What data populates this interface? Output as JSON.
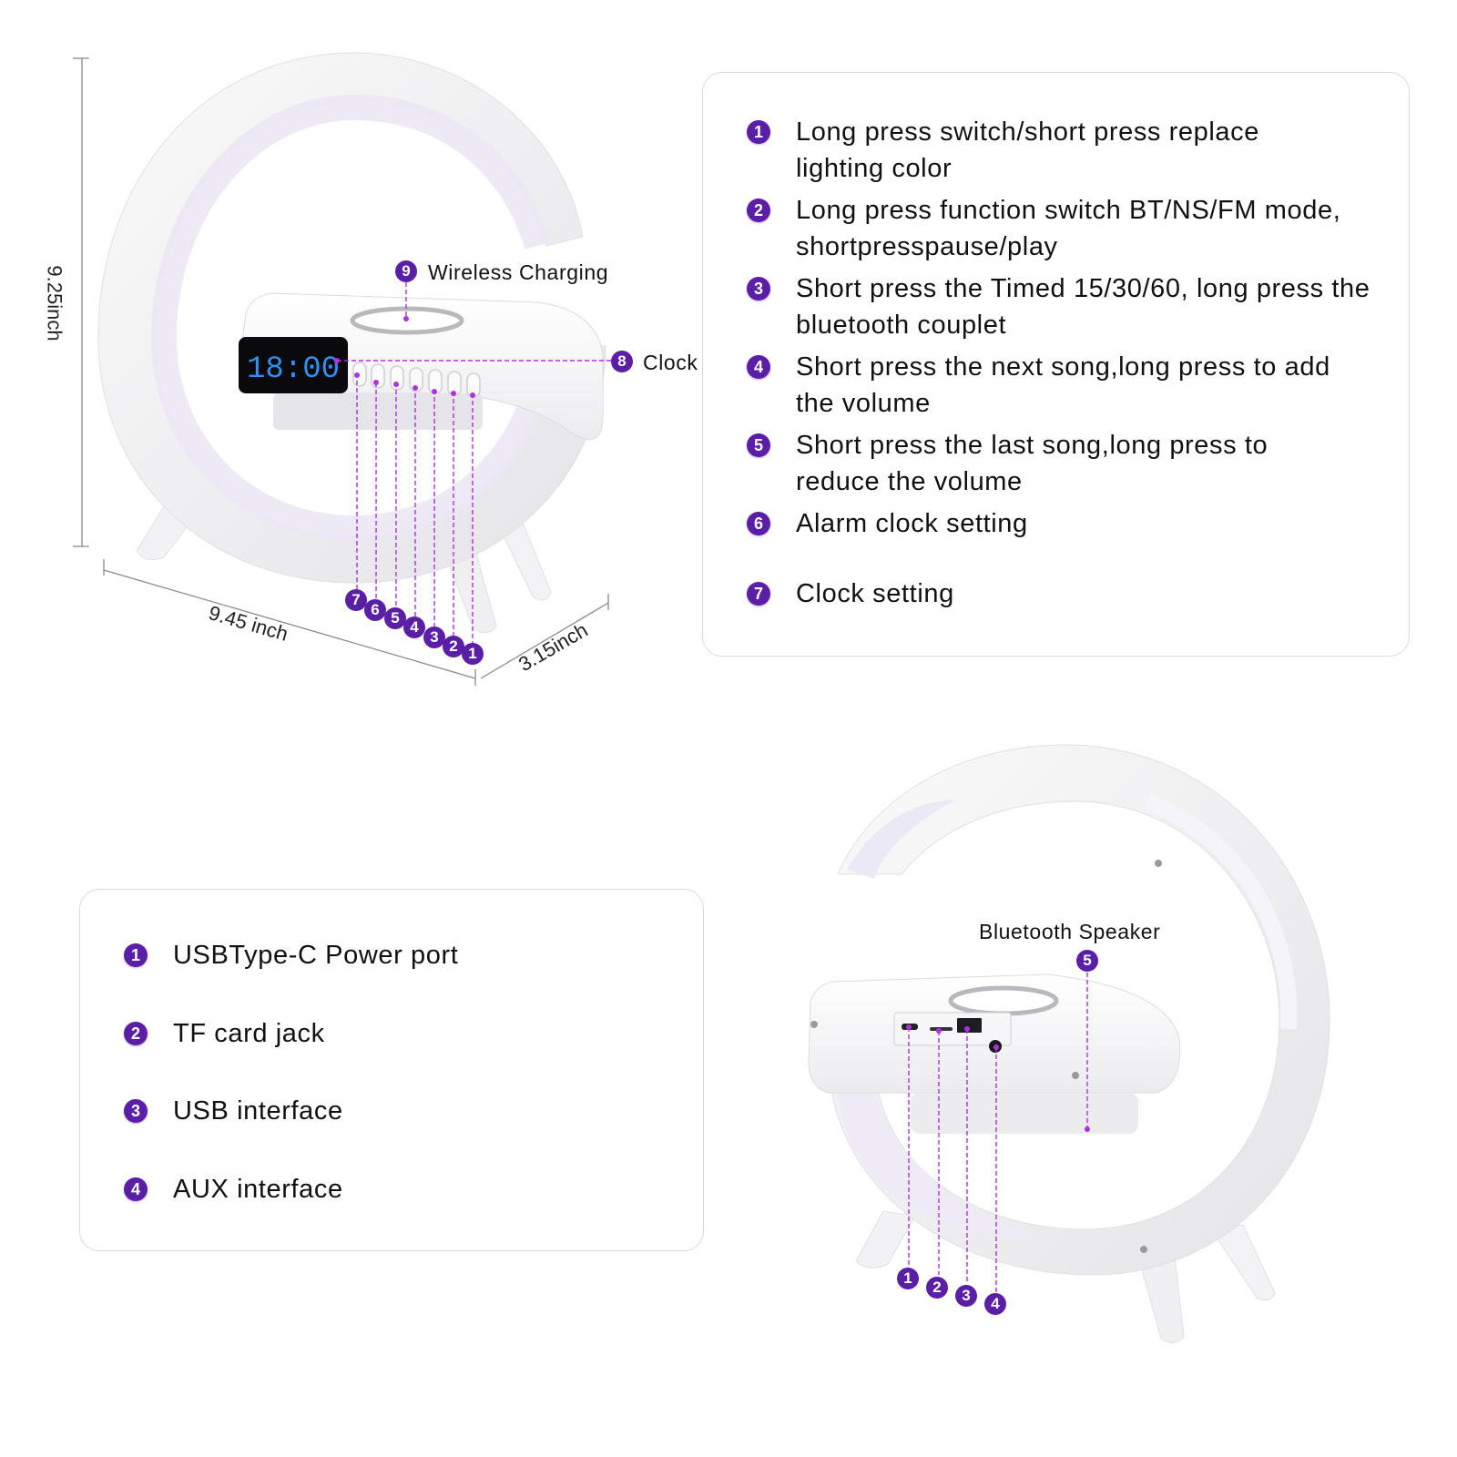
{
  "colors": {
    "badge": "#5a1fa6",
    "callout_line": "#b030e0",
    "lcd_digits": "#2f8ff5",
    "lcd_background": "#0a0a0c",
    "panel_border": "#dadada"
  },
  "top_figure": {
    "dimensions": {
      "height": "9.25inch",
      "width": "9.45 inch",
      "depth": "3.15inch"
    },
    "clock_display": "18:00",
    "callouts": [
      {
        "num": "9",
        "label": "Wireless Charging"
      },
      {
        "num": "8",
        "label": "Clock"
      }
    ],
    "button_badges": [
      "7",
      "6",
      "5",
      "4",
      "3",
      "2",
      "1"
    ]
  },
  "button_functions_panel": {
    "items": [
      {
        "num": "1",
        "text": "Long press switch/short press replace lighting color"
      },
      {
        "num": "2",
        "text": "Long press function switch BT/NS/FM mode, shortpresspause/play"
      },
      {
        "num": "3",
        "text": "Short press the Timed 15/30/60,  long press the bluetooth couplet"
      },
      {
        "num": "4",
        "text": "Short press the next song,long press to add the volume"
      },
      {
        "num": "5",
        "text": "Short press the last song,long press to reduce the volume"
      },
      {
        "num": "6",
        "text": "Alarm clock setting"
      },
      {
        "num": "7",
        "text": "Clock setting"
      }
    ]
  },
  "ports_panel": {
    "items": [
      {
        "num": "1",
        "text": "USBType-C Power port"
      },
      {
        "num": "2",
        "text": "TF card jack"
      },
      {
        "num": "3",
        "text": "USB interface"
      },
      {
        "num": "4",
        "text": "AUX interface"
      }
    ]
  },
  "bottom_figure": {
    "callout": {
      "num": "5",
      "label": "Bluetooth Speaker"
    },
    "port_badges": [
      "1",
      "2",
      "3",
      "4"
    ]
  }
}
